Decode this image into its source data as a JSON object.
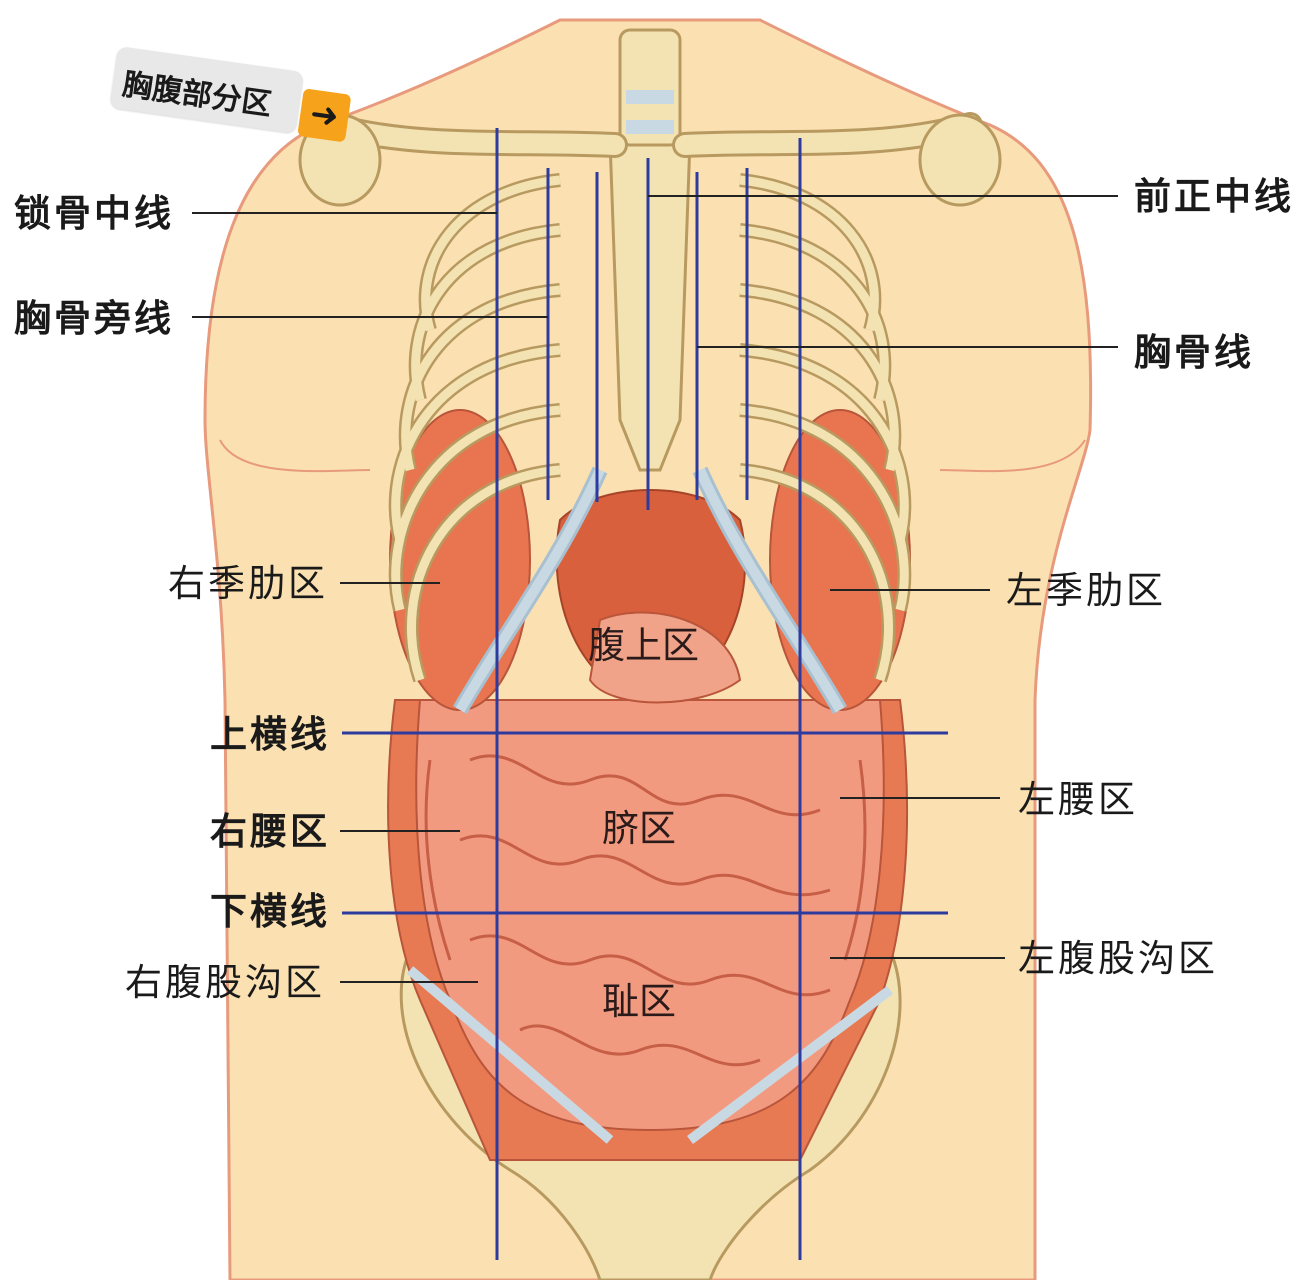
{
  "title_tag": {
    "text": "胸腹部分区",
    "arrow_icon": "arrow-right-icon",
    "accent": "#f7a21b"
  },
  "colors": {
    "skin": "#fbe1b2",
    "skin_outline": "#e89a7c",
    "bone": "#f3e3b2",
    "cartilage": "#c9d9e4",
    "organ": "#f29a80",
    "liver": "#e8754f",
    "guide_line": "#2d3a9e",
    "leader_line": "#222222"
  },
  "labels": {
    "midclavicular": "锁骨中线",
    "parasternal": "胸骨旁线",
    "anterior_median": "前正中线",
    "sternal": "胸骨线",
    "right_hypochondriac": "右季肋区",
    "left_hypochondriac": "左季肋区",
    "upper_transverse": "上横线",
    "right_lumbar": "右腰区",
    "left_lumbar": "左腰区",
    "lower_transverse": "下横线",
    "right_inguinal": "右腹股沟区",
    "left_inguinal": "左腹股沟区"
  },
  "regions": {
    "epigastric": "腹上区",
    "umbilical": "脐区",
    "pubic": "耻区"
  }
}
